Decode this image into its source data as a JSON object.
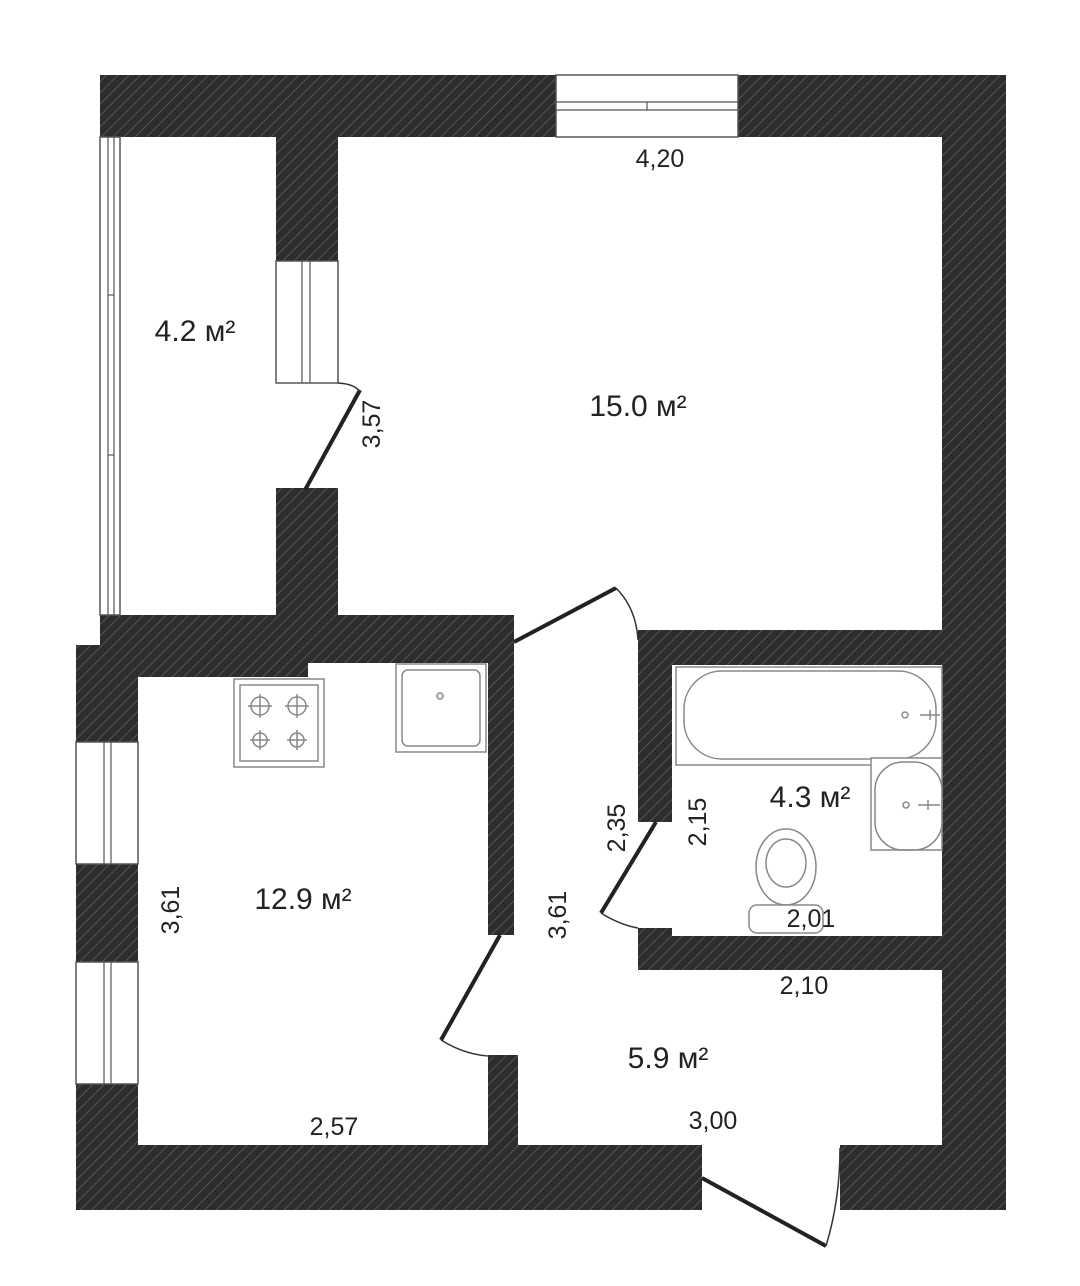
{
  "colors": {
    "wall": "#2d2d2d",
    "hatch": "#5a5a5a",
    "line": "#222222",
    "fixture": "#888888",
    "background": "#ffffff"
  },
  "rooms": {
    "balcony": {
      "area": "4.2 м²"
    },
    "living": {
      "area": "15.0 м²"
    },
    "kitchen": {
      "area": "12.9 м²"
    },
    "bathroom": {
      "area": "4.3 м²"
    },
    "hall": {
      "area": "5.9 м²"
    }
  },
  "dimensions": {
    "living_width": "4,20",
    "balcony_door": "3,57",
    "kitchen_height": "3,61",
    "kitchen_width": "2,57",
    "corridor_height": "3,61",
    "bath_left": "2,35",
    "bath_inner": "2,15",
    "bath_width_inner": "2,01",
    "bath_width": "2,10",
    "hall_width": "3,00"
  }
}
